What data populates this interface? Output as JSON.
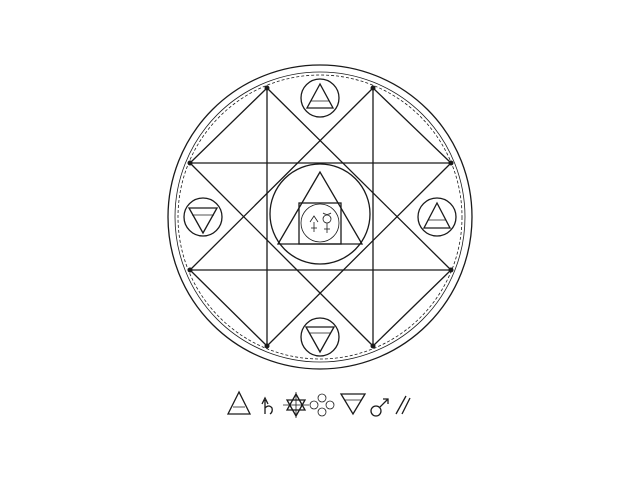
{
  "diagram": {
    "stroke_color": "#1a1a1a",
    "background": "#ffffff",
    "center_symbols": [
      "🜍",
      "☿",
      "♀"
    ],
    "element_triangles": [
      "fire",
      "water",
      "air",
      "earth"
    ],
    "legend_symbols": [
      "fire-triangle",
      "saturn-sign",
      "hexagram-star",
      "sulfur-quatrefoil",
      "water-triangle",
      "mars-sign",
      "slash-marks"
    ]
  }
}
